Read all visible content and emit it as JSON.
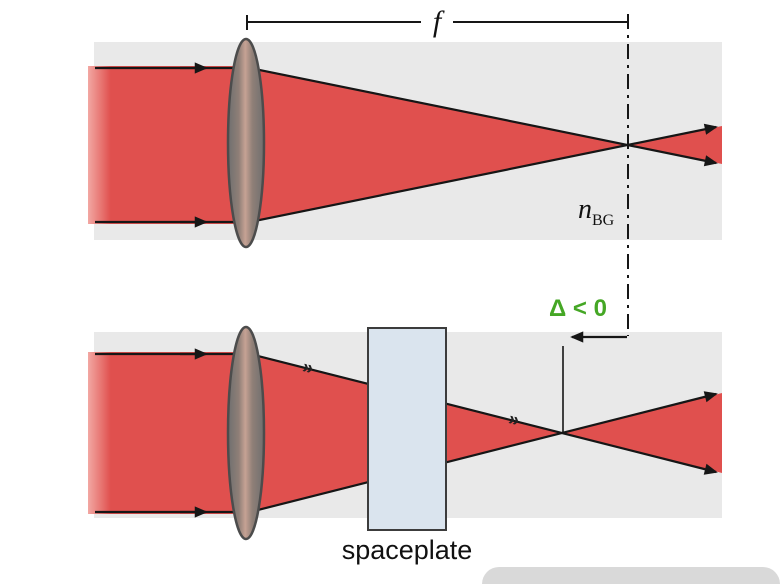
{
  "figure": {
    "labels": {
      "focal_length": "f",
      "refractive_index_main": "n",
      "refractive_index_sub": "BG",
      "delta": "Δ < 0",
      "spaceplate": "spaceplate",
      "chevron_mark": "»"
    },
    "colors": {
      "background": "#ffffff",
      "band_gray": "#e9e9e9",
      "beam_red": "#e0504e",
      "beam_red_light": "#f2a8a3",
      "lens_edge": "#6f6f6f",
      "lens_highlight": "#c6a294",
      "lens_stroke": "#4c4c4c",
      "spaceplate_fill": "#dae4ee",
      "spaceplate_stroke": "#3c3c3c",
      "ray_black": "#161616",
      "delta_green": "#45a725",
      "footer_gray": "#d9d9d9"
    }
  }
}
